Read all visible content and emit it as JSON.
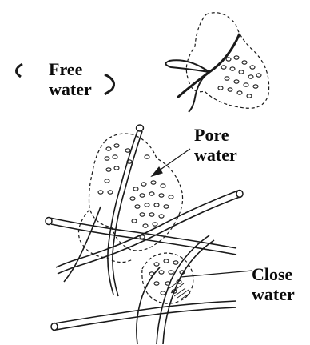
{
  "labels": {
    "free_water": [
      "Free",
      "water"
    ],
    "pore_water": [
      "Pore",
      "water"
    ],
    "close_water": [
      "Close",
      "water"
    ]
  },
  "colors": {
    "ink": "#1a1a1a",
    "background": "#ffffff"
  },
  "icons": {
    "free_droplet_left": "crescent-droplet-icon",
    "free_droplet_right": "crescent-droplet-icon"
  }
}
